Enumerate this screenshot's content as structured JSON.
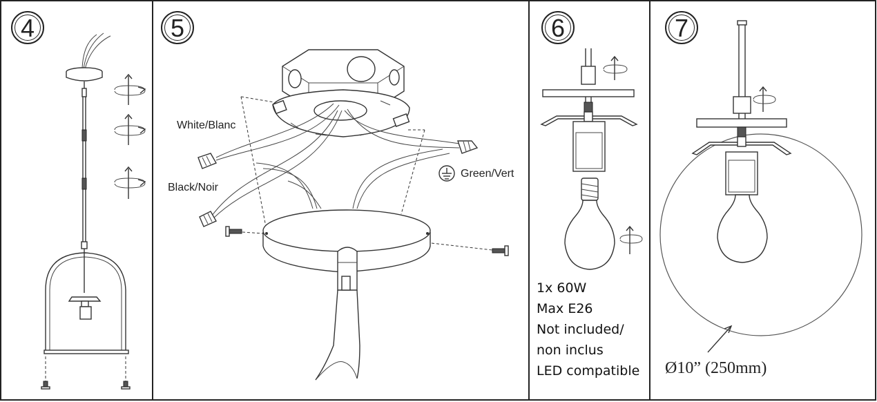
{
  "steps": [
    "4",
    "5",
    "6",
    "7"
  ],
  "step5": {
    "white_label": "White/Blanc",
    "black_label": "Black/Noir",
    "ground_label": "Green/Vert"
  },
  "step6": {
    "spec_lines": [
      "1x 60W",
      "Max E26",
      "Not included/",
      "non inclus",
      "LED compatible"
    ]
  },
  "step7": {
    "diameter_label": "Ø10” (250mm)"
  },
  "icons": [
    "rotate-arrow-icon",
    "ground-icon",
    "screw-icon",
    "wire-nut-icon"
  ]
}
